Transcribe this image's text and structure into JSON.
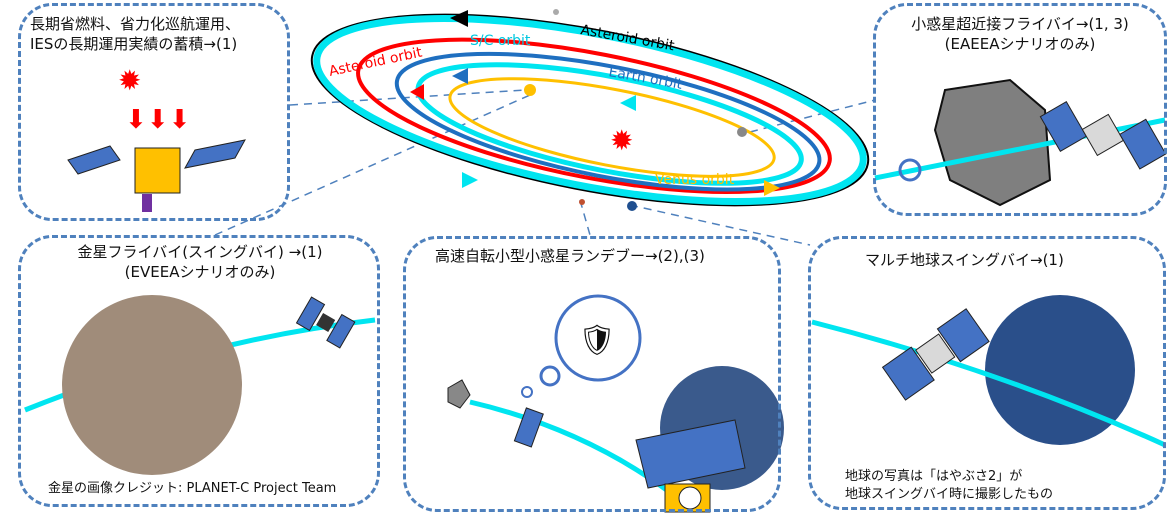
{
  "panels": {
    "ies": {
      "line1": "長期省燃料、省力化巡航運用、",
      "line2": "IESの長期運用実績の蓄積→(1)"
    },
    "asteroid_flyby": {
      "line1": "小惑星超近接フライバイ→(1, 3)",
      "line2": "(EAEEAシナリオのみ)"
    },
    "venus_flyby": {
      "line1": "金星フライバイ(スイングバイ) →(1)",
      "line2": "(EVEEAシナリオのみ)",
      "credit": "金星の画像クレジット: PLANET-C Project Team"
    },
    "rendezvous": {
      "line1": "高速自転小型小惑星ランデブー→(2),(3)"
    },
    "earth_swingby": {
      "line1": "マルチ地球スイングバイ→(1)",
      "note1": "地球の写真は「はやぶさ2」が",
      "note2": "地球スイングバイ時に撮影したもの"
    }
  },
  "orbits": {
    "asteroid_outer": "Asteroid orbit",
    "sc": "S/C orbit",
    "asteroid": "Asteroid orbit",
    "earth": "Earth orbit",
    "venus": "Venus orbit"
  },
  "colors": {
    "border": "#4f81bd",
    "cyan": "#00e5f0",
    "red": "#ff0000",
    "blue": "#1f6fc0",
    "yellow": "#ffc000",
    "black": "#000000"
  }
}
